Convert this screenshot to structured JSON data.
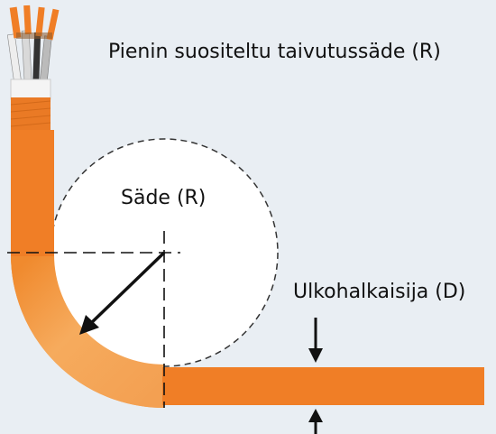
{
  "labels": {
    "title": "Pienin suositeltu taivutussäde (R)",
    "radius": "Säde (R)",
    "outer_diameter": "Ulkohalkaisija (D)"
  },
  "colors": {
    "background": "#e9eef3",
    "cable_orange": "#f07e26",
    "cable_light": "#f6aa5c",
    "line": "#111111"
  }
}
